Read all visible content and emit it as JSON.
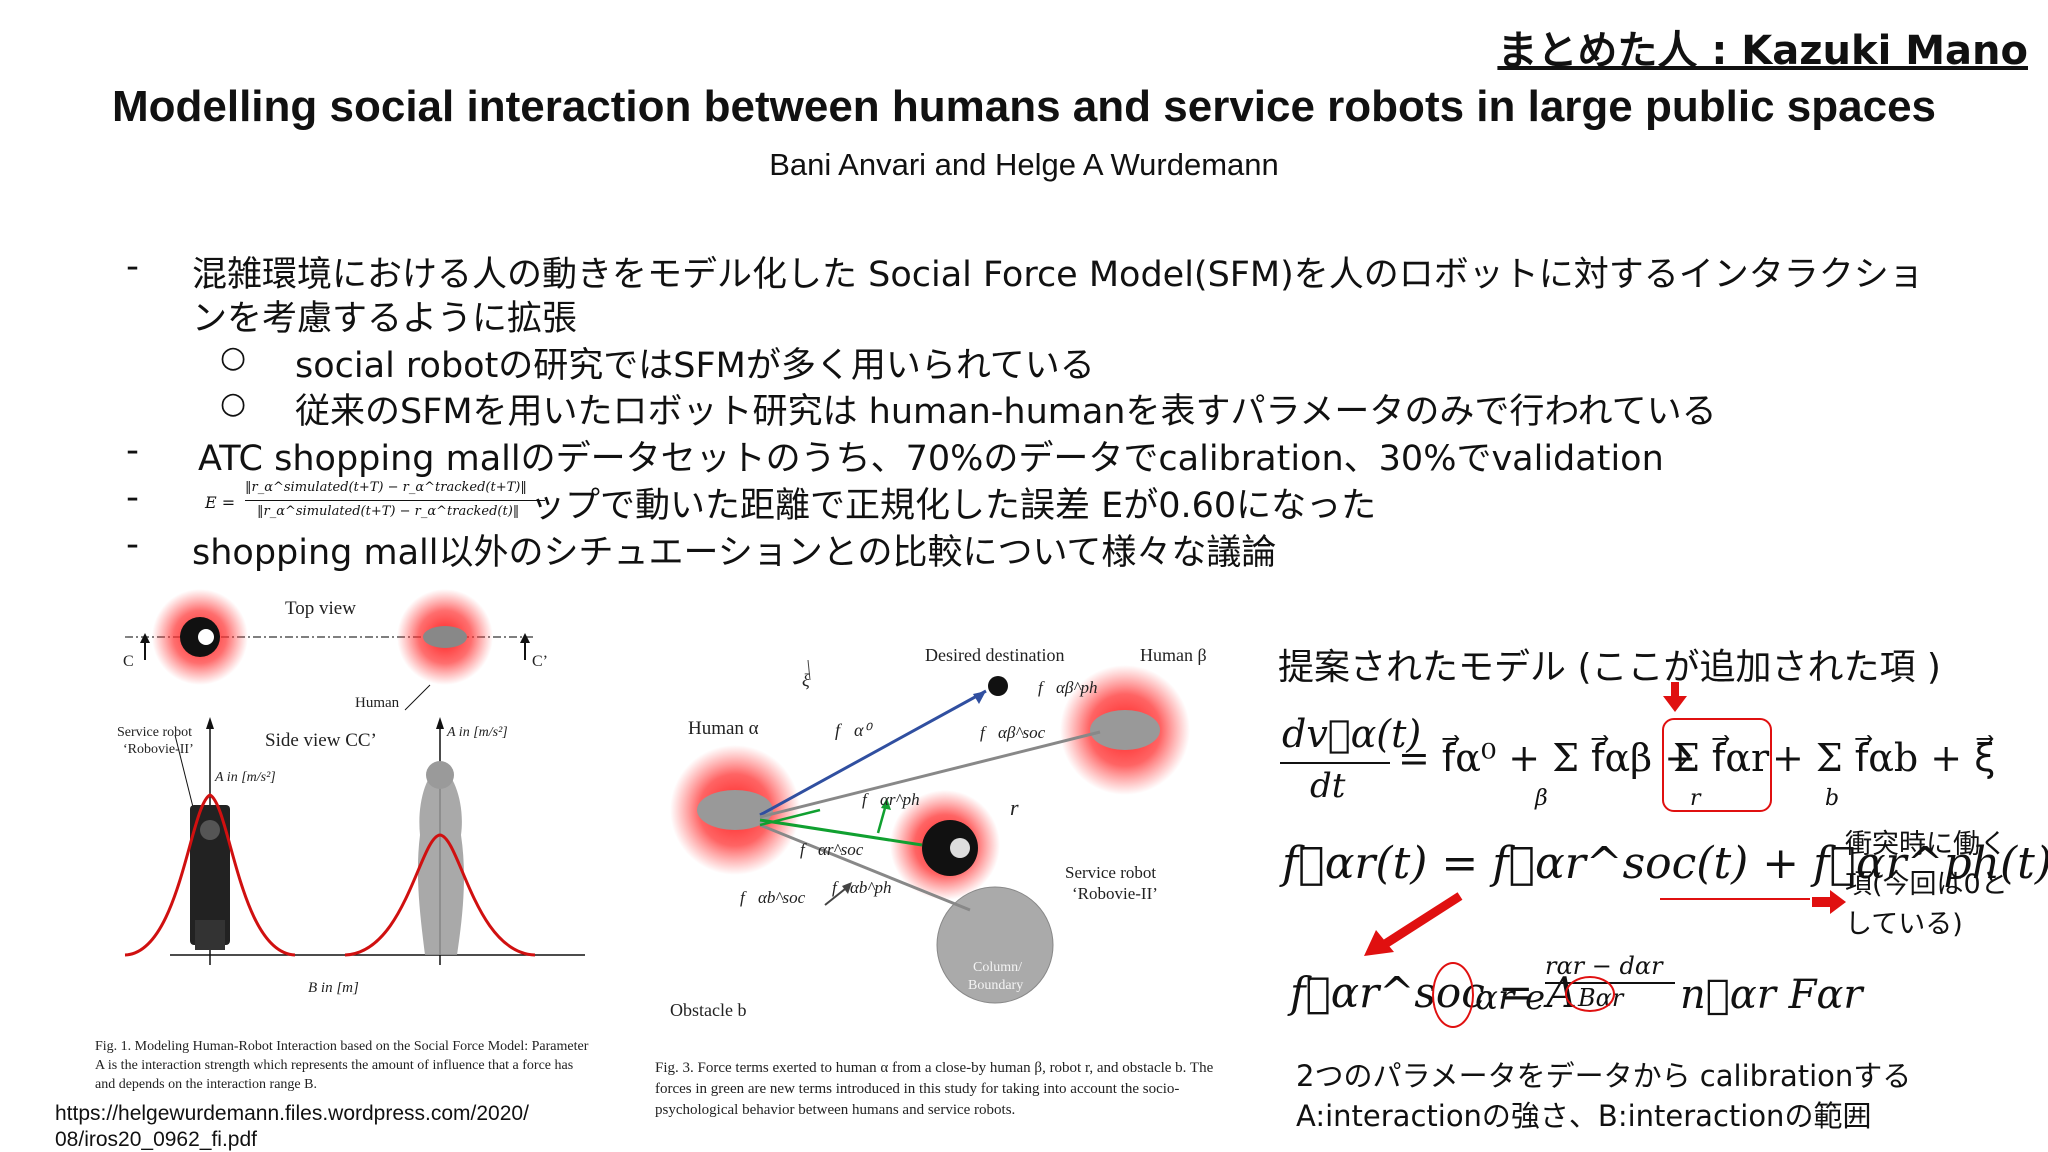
{
  "header": {
    "author": "まとめた人 : Kazuki Mano",
    "title": "Modelling social interaction between humans and service robots in large public spaces",
    "authors": "Bani Anvari and Helge A Wurdemann"
  },
  "bullets": [
    {
      "marker": "-",
      "line1": "混雑環境における人の動きをモデル化した Social Force Model(SFM)を人のロボットに対するインタラクショ",
      "line2": "ンを考慮するように拡張"
    },
    {
      "marker": "○",
      "text": "social robotの研究ではSFMが多く用いられている"
    },
    {
      "marker": "○",
      "text": "従来のSFMを用いたロボット研究は human-humanを表すパラメータのみで行われている"
    },
    {
      "marker": "-",
      "text": "ATC shopping mallのデータセットのうち、70%のデータでcalibration、30%でvalidation"
    },
    {
      "marker": "-",
      "text": "ップで動いた距離で正規化した誤差 Eが0.60になった",
      "formula_num": "‖r_α^simulated(t+T) − r_α^tracked(t+T)‖",
      "formula_den": "‖r_α^simulated(t+T) − r_α^tracked(t)‖",
      "formula_lhs": "E ="
    },
    {
      "marker": "-",
      "text": "shopping mall以外のシチュエーションとの比較について様々な議論"
    }
  ],
  "fig1": {
    "top_view": "Top view",
    "c_left": "C",
    "c_right": "C’",
    "human": "Human",
    "service_robot": "Service robot",
    "robovie": "‘Robovie-II’",
    "side_view": "Side view CC’",
    "a_left": "A in [m/s²]",
    "a_right": "A in [m/s²]",
    "b_label": "B in [m]",
    "caption": "Fig. 1.   Modeling Human-Robot Interaction based on the Social Force Model: Parameter A is the interaction strength which represents the amount of influence that a force has and depends on the interaction range B."
  },
  "source_url_1": "https://helgewurdemann.files.wordpress.com/2020/",
  "source_url_2": "08/iros20_0962_fi.pdf",
  "fig3": {
    "desired": "Desired destination",
    "human_beta": "Human β",
    "human_alpha": "Human α",
    "xi": "ξ⃗",
    "f0": "f⃗α⁰",
    "fsoc_ab": "f⃗αβ^soc",
    "fph_ab": "f⃗αβ^ph",
    "fph_ar": "f⃗αr^ph",
    "r": "r",
    "fsoc_ar": "f⃗αr^soc",
    "fsoc_ob": "f⃗αb^soc",
    "fph_ob": "f⃗αb^ph",
    "service_robot": "Service robot",
    "robovie": "‘Robovie-II’",
    "column": "Column/",
    "boundary": "Boundary",
    "obstacle": "Obstacle b",
    "caption": "Fig. 3.   Force terms exerted to human α from a close-by human β, robot r, and obstacle b. The forces in green are new terms introduced in this study for taking into account the socio-psychological behavior between humans and service robots."
  },
  "model": {
    "heading": "提案されたモデル (ここが追加された項 )",
    "eq1_lhs_num": "dv⃗α(t)",
    "eq1_lhs_den": "dt",
    "eq1_rhs_a": "= f⃗α⁰ + Σ f⃗αβ +",
    "eq1_rhs_b": "Σ f⃗αr",
    "eq1_rhs_c": "+ Σ f⃗αb + ξ⃗",
    "eq1_sub_beta": "β",
    "eq1_sub_r": "r",
    "eq1_sub_b": "b",
    "eq2": "f⃗αr(t) = f⃗αr^soc(t) + f⃗αr^ph(t)",
    "note": "衝突時に働く項(今回は0として いる)",
    "note_l1": "衝突時に働く",
    "note_l2": "項(今回は0と",
    "note_l3": "している)",
    "eq3_lhs": "f⃗αr^soc = A",
    "eq3_mid": "αr e",
    "eq3_exp_num": "rαr − dαr",
    "eq3_exp_den": "Bαr",
    "eq3_rhs": "n⃗αr Fαr",
    "calib1": "2つのパラメータをデータから calibrationする",
    "calib2": "A:interactionの強さ、B:interactionの範囲"
  },
  "colors": {
    "accent_red": "#e01010",
    "glow_red": "#ff2020",
    "green": "#10a030",
    "blue": "#304fa0"
  }
}
